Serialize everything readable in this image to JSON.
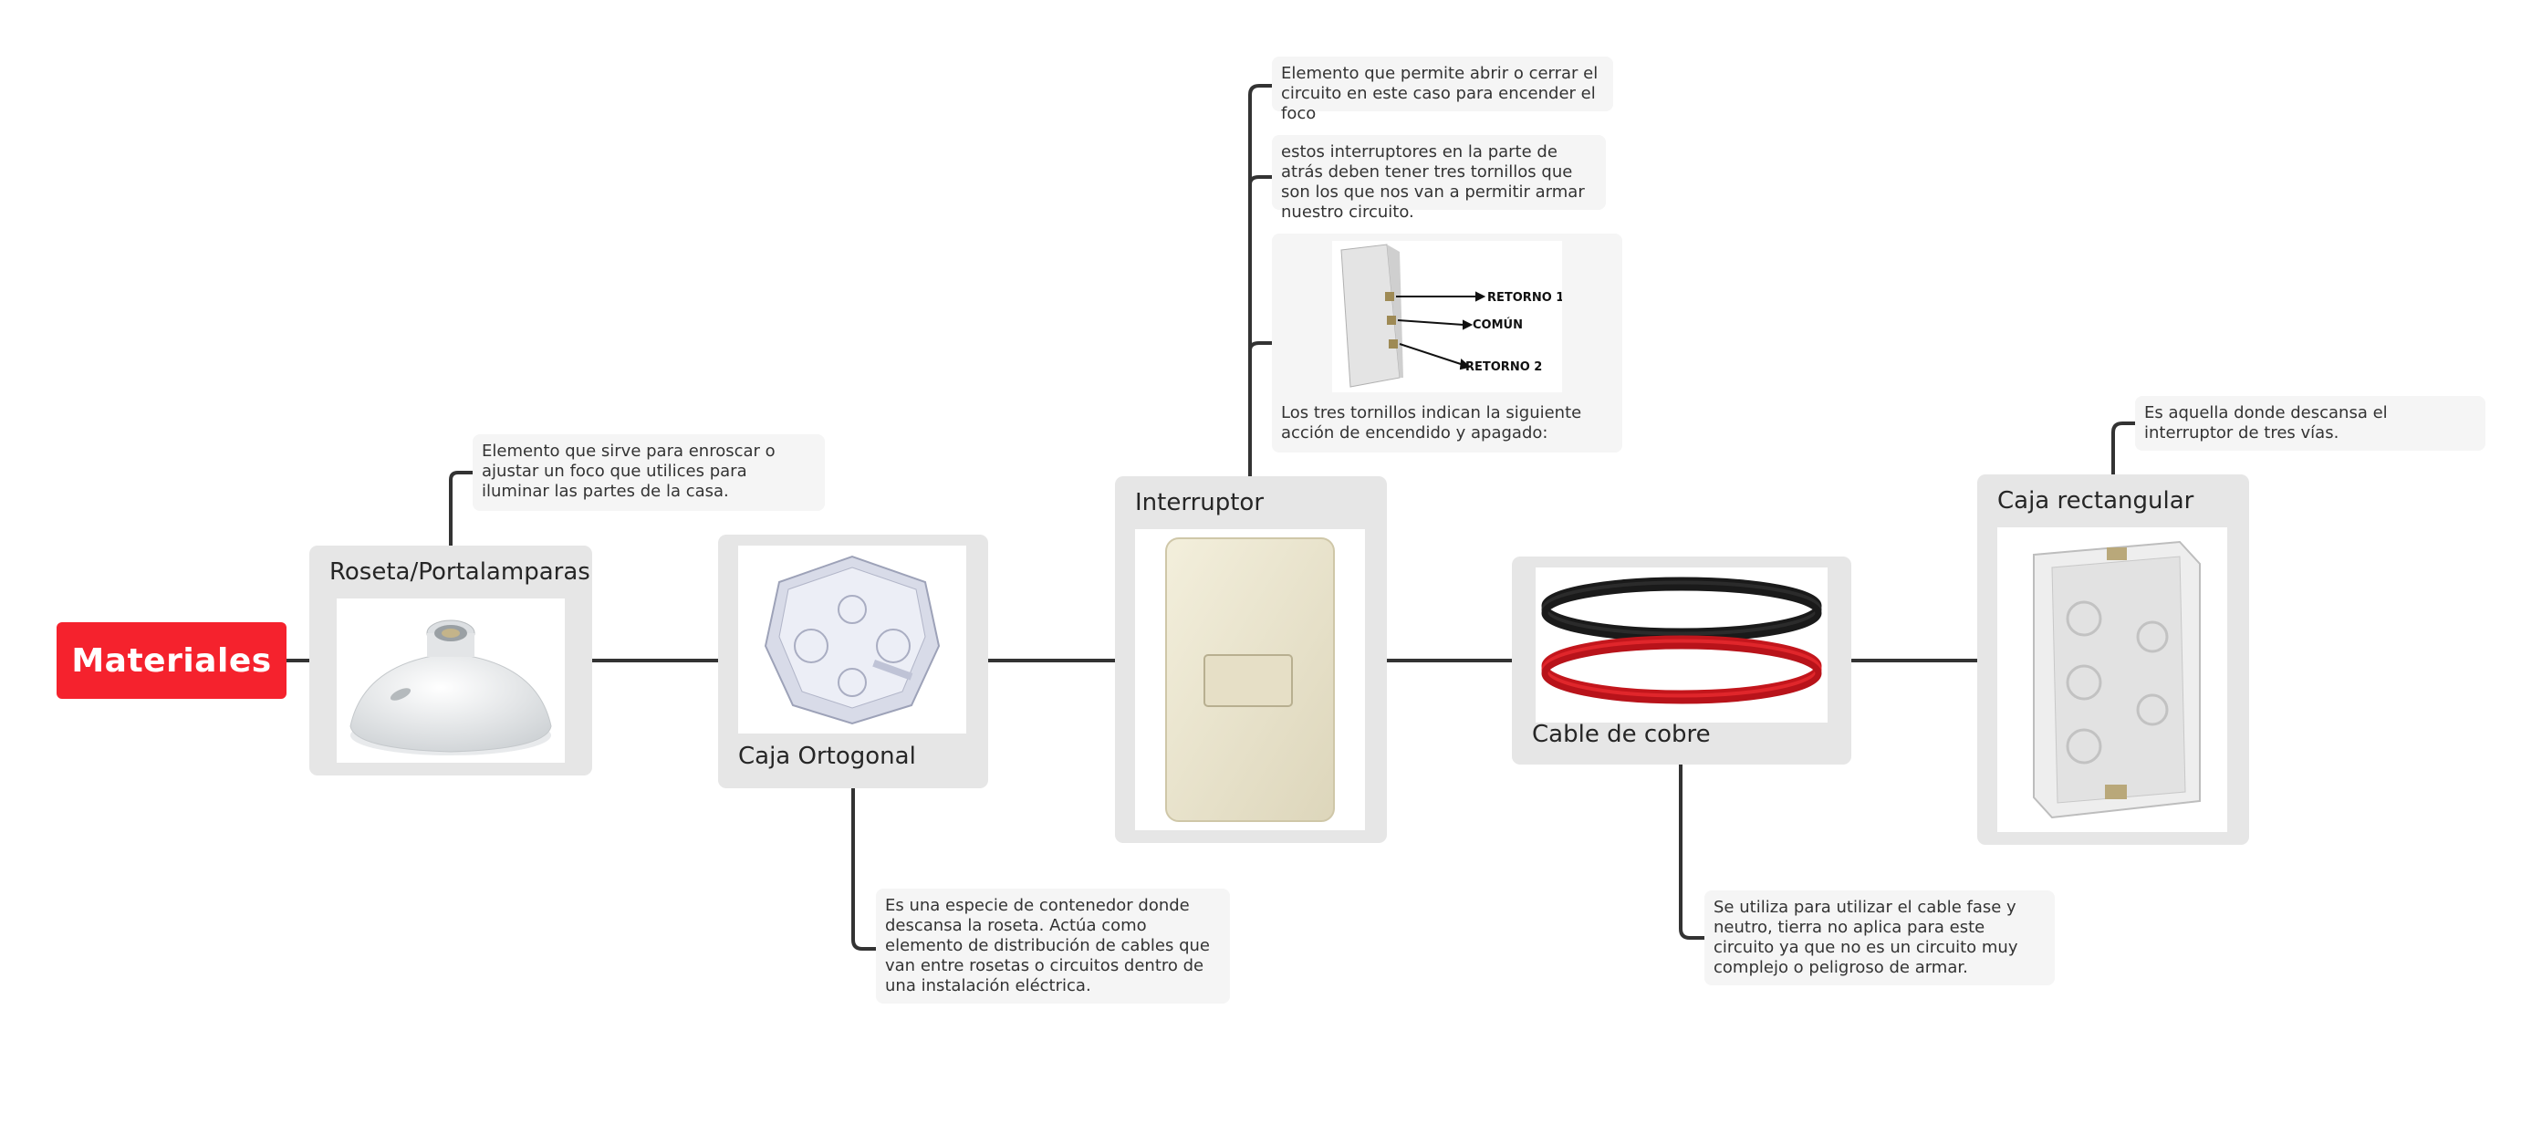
{
  "root": {
    "title": "Materiales"
  },
  "nodes": {
    "roseta": {
      "label": "Roseta/Portalamparas",
      "note": "Elemento que sirve para enroscar o ajustar un foco que utilices para iluminar las partes de la casa."
    },
    "caja_ortogonal": {
      "label": "Caja Ortogonal",
      "note": "Es una especie de contenedor donde descansa la roseta. Actúa como elemento de distribución de cables que van entre rosetas o circuitos dentro de una instalación eléctrica."
    },
    "interruptor": {
      "label": "Interruptor",
      "note_1": "Elemento que permite abrir o cerrar el circuito en este caso para encender el foco",
      "note_2": "estos interruptores en la parte de atrás deben tener tres tornillos que son los que nos van a permitir armar nuestro circuito.",
      "note_3": "Los tres tornillos indican la siguiente acción de encendido y apagado:",
      "diagram_labels": {
        "retorno_1": "RETORNO 1",
        "comun": "COMÚN",
        "retorno_2": "RETORNO 2"
      }
    },
    "cable": {
      "label": "Cable de cobre",
      "note": "Se utiliza para utilizar el cable fase y neutro, tierra no aplica para este circuito ya que no es un circuito muy complejo o peligroso de armar."
    },
    "caja_rectangular": {
      "label": "Caja rectangular",
      "note": "Es aquella donde descansa el interruptor de tres vías."
    }
  },
  "colors": {
    "accent": "#f5222d",
    "node_bg": "#e6e6e6",
    "note_bg": "#f5f5f5",
    "connector": "#333333"
  }
}
